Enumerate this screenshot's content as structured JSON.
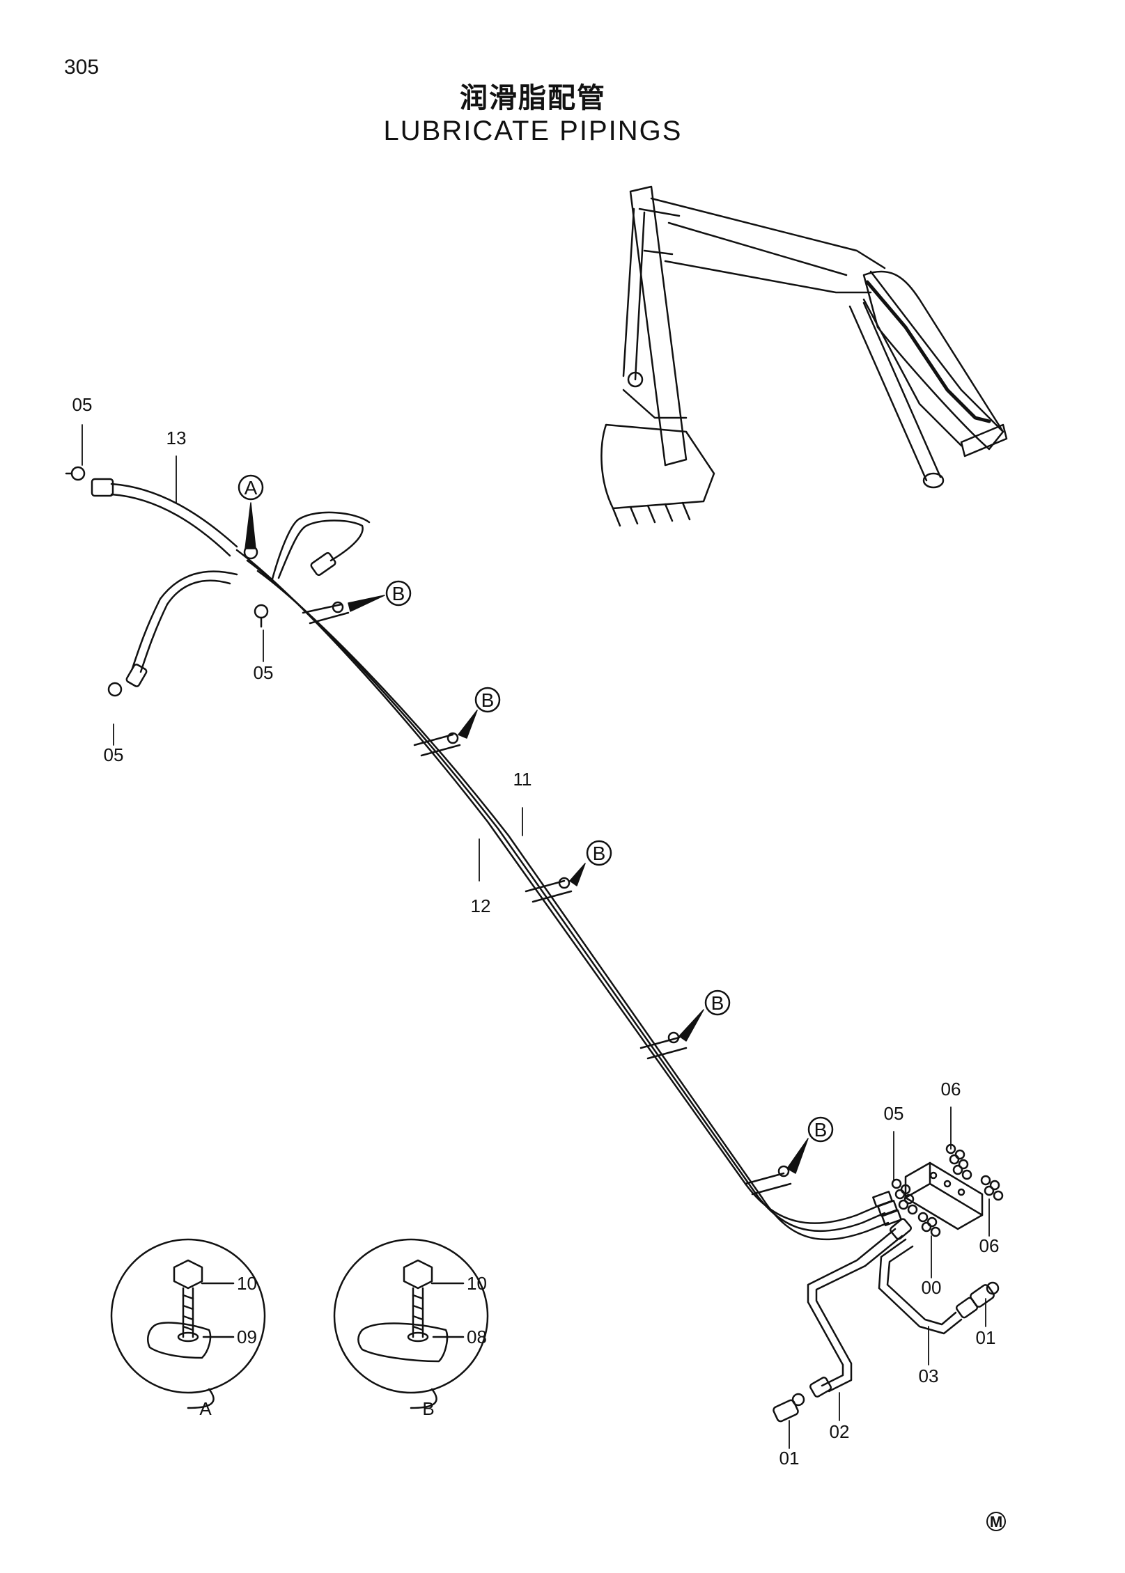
{
  "page_number": "305",
  "title_zh": "润滑脂配管",
  "title_en": "LUBRICATE PIPINGS",
  "part_labels": {
    "n05_top": "05",
    "n13": "13",
    "n05_mid": "05",
    "n05_left": "05",
    "n11": "11",
    "n12": "12",
    "n05_right": "05",
    "n06_top": "06",
    "n06_bottom": "06",
    "n00": "00",
    "n01_right": "01",
    "n03": "03",
    "n02": "02",
    "n01_bottom": "01",
    "n10_a": "10",
    "n09": "09",
    "n10_b": "10",
    "n08": "08"
  },
  "callouts": {
    "a_top": "A",
    "b1": "B",
    "b2": "B",
    "b3": "B",
    "b4": "B",
    "b5": "B"
  },
  "detail_views": {
    "a": "A",
    "b": "B"
  },
  "footer_mark": "M"
}
